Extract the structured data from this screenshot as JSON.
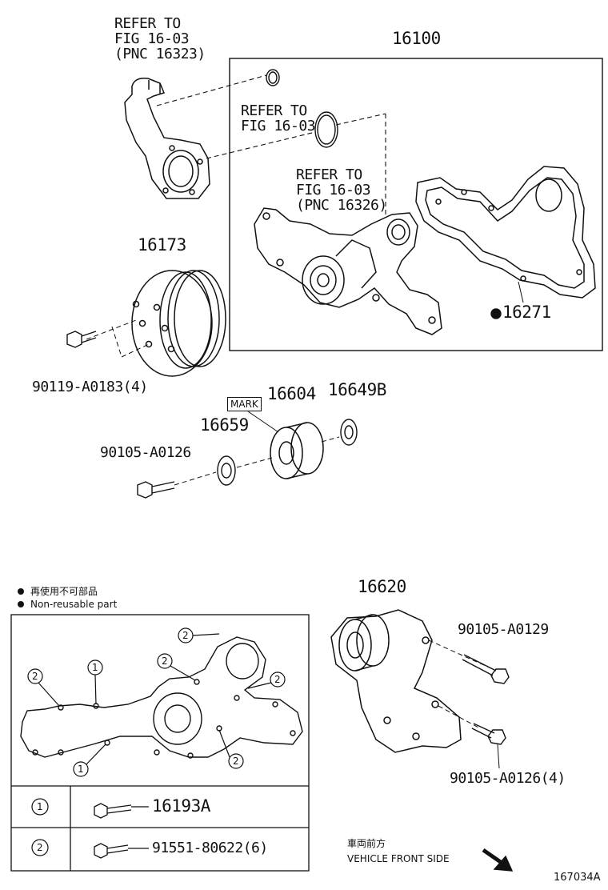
{
  "callouts": {
    "refer_top": [
      "REFER TO",
      "FIG 16-03",
      "(PNC 16323)"
    ],
    "refer_mid": [
      "REFER TO",
      "FIG 16-03"
    ],
    "refer_low": [
      "REFER TO",
      "FIG 16-03",
      "(PNC 16326)"
    ]
  },
  "parts": {
    "p16100": "16100",
    "p16173": "16173",
    "p16271": "16271",
    "p90119": "90119-A0183(4)",
    "p16604": "16604",
    "p16649B": "16649B",
    "p16659": "16659",
    "p90105_0126": "90105-A0126",
    "p16620": "16620",
    "p90105_0129": "90105-A0129",
    "p90105_0126_4": "90105-A0126(4)",
    "p16193A": "16193A",
    "p91551": "91551-80622(6)"
  },
  "mark_label": "MARK",
  "legend": {
    "jp": "再使用不可部品",
    "en": "Non-reusable part"
  },
  "table_ids": [
    "1",
    "2"
  ],
  "gasket_callouts": [
    "2",
    "1",
    "2",
    "2",
    "2",
    "1",
    "2"
  ],
  "front": {
    "jp": "車両前方",
    "en": "VEHICLE FRONT SIDE"
  },
  "figure_id": "167034A"
}
